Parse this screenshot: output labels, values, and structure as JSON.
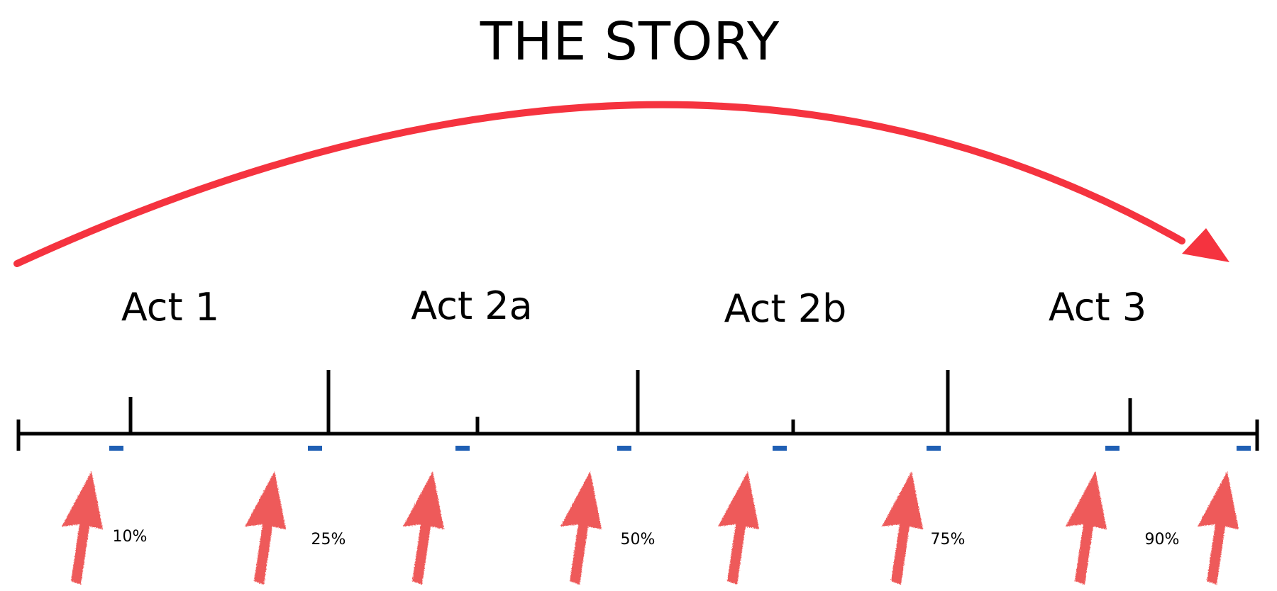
{
  "title": "THE STORY",
  "colors": {
    "arc": "#f5333f",
    "timeline": "#000000",
    "beat_marker": "#1f5fb4",
    "pointer_arrow": "#ee5a5a",
    "text": "#000000"
  },
  "acts": [
    {
      "label": "Act 1"
    },
    {
      "label": "Act 2a"
    },
    {
      "label": "Act 2b"
    },
    {
      "label": "Act 3"
    }
  ],
  "percent_labels": [
    {
      "label": "10%"
    },
    {
      "label": "25%"
    },
    {
      "label": "50%"
    },
    {
      "label": "75%"
    },
    {
      "label": "90%"
    }
  ],
  "beat_markers_count": 8,
  "icons": {
    "arc": "curved-arrow-icon",
    "pointer": "hand-drawn-arrow-icon"
  }
}
